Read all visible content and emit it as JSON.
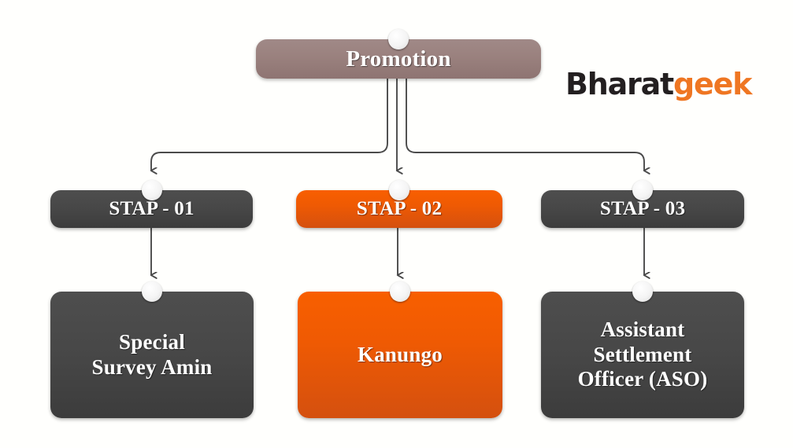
{
  "diagram": {
    "title": "Promotion",
    "root": {
      "label": "Promotion",
      "color": "#9a817e"
    },
    "stages": [
      {
        "label": "STAP - 01",
        "color": "#474747"
      },
      {
        "label": "STAP - 02",
        "color": "#ef5a03"
      },
      {
        "label": "STAP - 03",
        "color": "#474747"
      }
    ],
    "roles": [
      {
        "label": "Special\nSurvey Amin",
        "color": "#474747"
      },
      {
        "label": "Kanungo",
        "color": "#ef5a03"
      },
      {
        "label": "Assistant\nSettlement\nOfficer (ASO)",
        "color": "#474747"
      }
    ],
    "connector_color": "#4a4a4a"
  },
  "logo": {
    "part1": "Bharat",
    "part2": "geek",
    "color1": "#231f20",
    "color2": "#ef7622"
  },
  "colors": {
    "background": "#fffffd",
    "accent_orange": "#ef5a03",
    "dark_gray": "#474747",
    "mauve": "#9a817e",
    "knob": "#ffffff"
  }
}
